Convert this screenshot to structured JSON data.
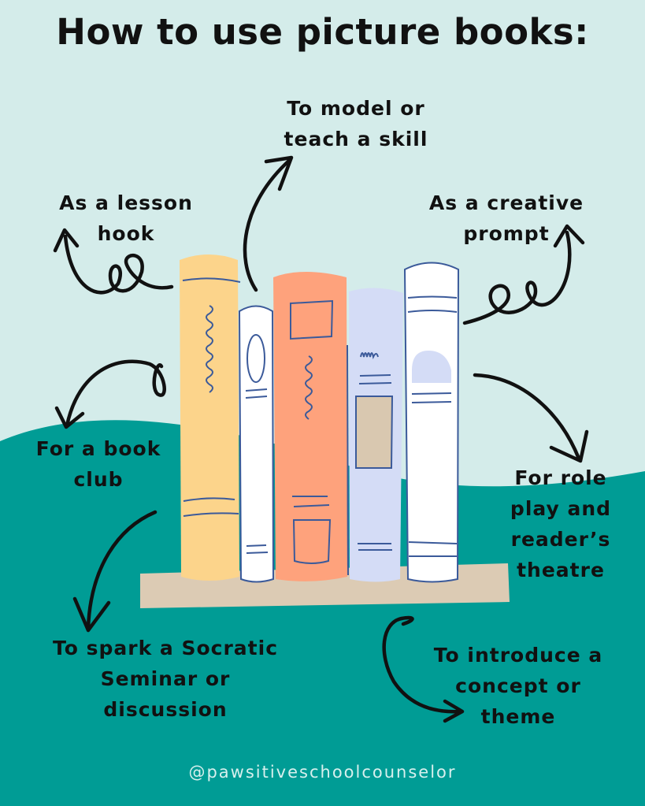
{
  "title": "How to use picture books:",
  "uses": [
    {
      "id": "model",
      "lines": [
        "To model or",
        "teach a skill"
      ]
    },
    {
      "id": "hook",
      "lines": [
        "As a lesson",
        "hook"
      ]
    },
    {
      "id": "creative",
      "lines": [
        "As a creative",
        "prompt"
      ]
    },
    {
      "id": "bookclub",
      "lines": [
        "For a book",
        "club"
      ]
    },
    {
      "id": "roleplay",
      "lines": [
        "For role",
        "play and",
        "reader’s",
        "theatre"
      ]
    },
    {
      "id": "socratic",
      "lines": [
        "To spark a Socratic",
        "Seminar or",
        "discussion"
      ]
    },
    {
      "id": "concept",
      "lines": [
        "To introduce a",
        "concept or",
        "theme"
      ]
    }
  ],
  "footer": "@pawsitiveschoolcounselor",
  "colors": {
    "background": "#d4ecea",
    "teal": "#009c95",
    "yellow": "#fcd48b",
    "orange": "#fea27c",
    "lavender": "#d4dcf6",
    "shelf": "#dccbb4",
    "outline": "#3b5a9a"
  }
}
